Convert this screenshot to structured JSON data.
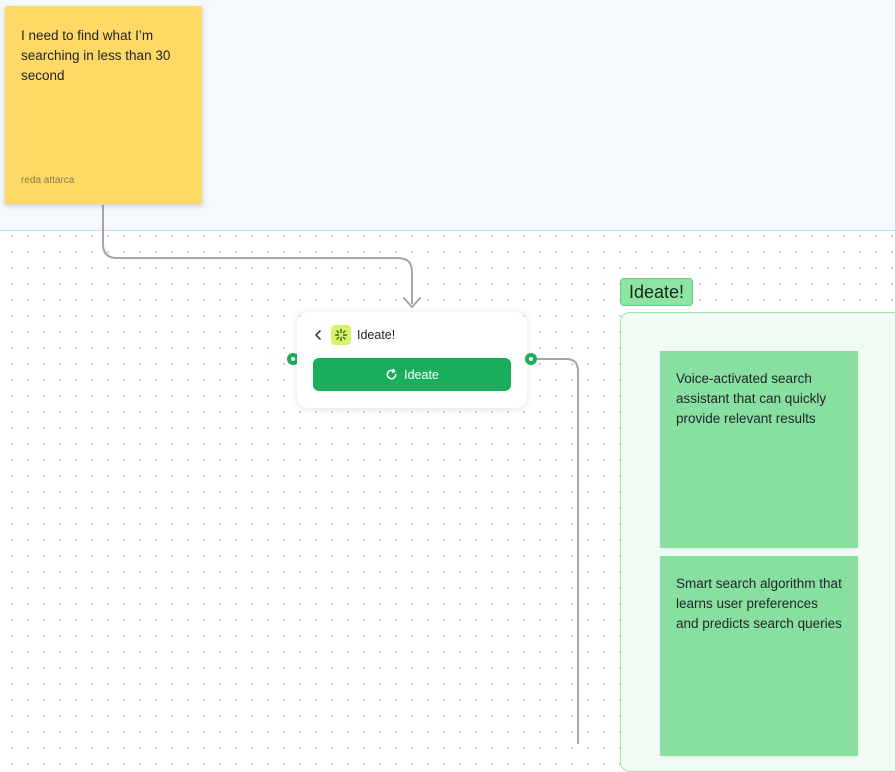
{
  "canvas": {
    "sticky_note_user": {
      "text": "I need to find what I’m searching in less than 30 second",
      "author": "reda attarca",
      "color": "#ffd966"
    },
    "ideate_node": {
      "back_icon": "chevron-left-icon",
      "node_icon": "sparkle-icon",
      "title": "Ideate!",
      "button_label": "Ideate",
      "button_icon": "refresh-icon",
      "button_color": "#1aad5b"
    },
    "output_group": {
      "label": "Ideate!",
      "color": "#88e0a0",
      "notes": [
        {
          "text": "Voice-activated search assistant that can quickly provide relevant results"
        },
        {
          "text": "Smart search algorithm that learns user preferences and predicts search queries"
        }
      ]
    }
  }
}
